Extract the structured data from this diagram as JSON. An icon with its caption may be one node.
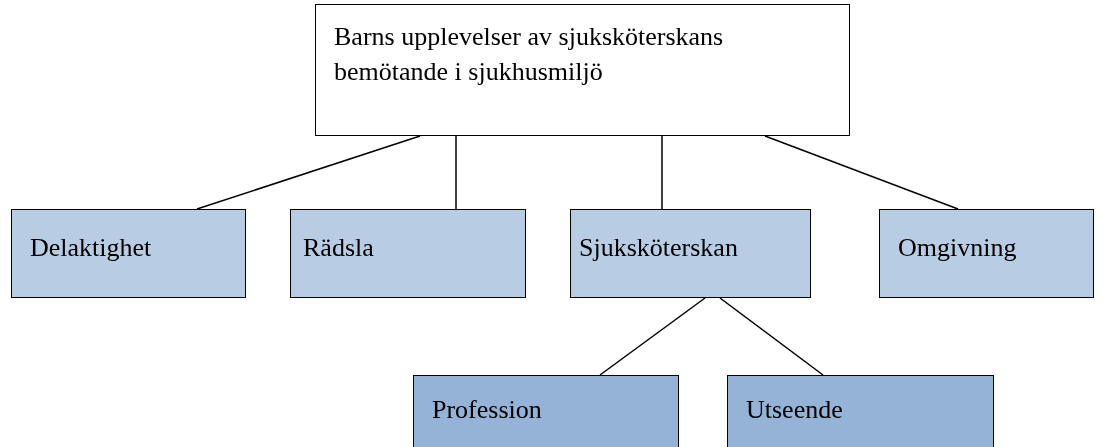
{
  "diagram": {
    "nodes": [
      {
        "text": [
          "Barns upplevelser av sjuksköterskans bemötande i sjukhusmiljö"
        ]
      },
      {
        "text": [
          "Delaktighet"
        ]
      },
      {
        "text": [
          "Rädsla"
        ]
      },
      {
        "text": [
          "Sjuksköterskan"
        ]
      },
      {
        "text": [
          "Omgivning"
        ]
      },
      {
        "text": [
          "Profession"
        ]
      },
      {
        "text": [
          "Utseende"
        ]
      }
    ],
    "edges": [
      {
        "from": 0,
        "to": 1,
        "arrow": "none"
      },
      {
        "from": 0,
        "to": 2,
        "arrow": "none"
      },
      {
        "from": 0,
        "to": 3,
        "arrow": "none"
      },
      {
        "from": 0,
        "to": 4,
        "arrow": "none"
      },
      {
        "from": 3,
        "to": 5,
        "arrow": "none"
      },
      {
        "from": 3,
        "to": 6,
        "arrow": "none"
      }
    ]
  }
}
